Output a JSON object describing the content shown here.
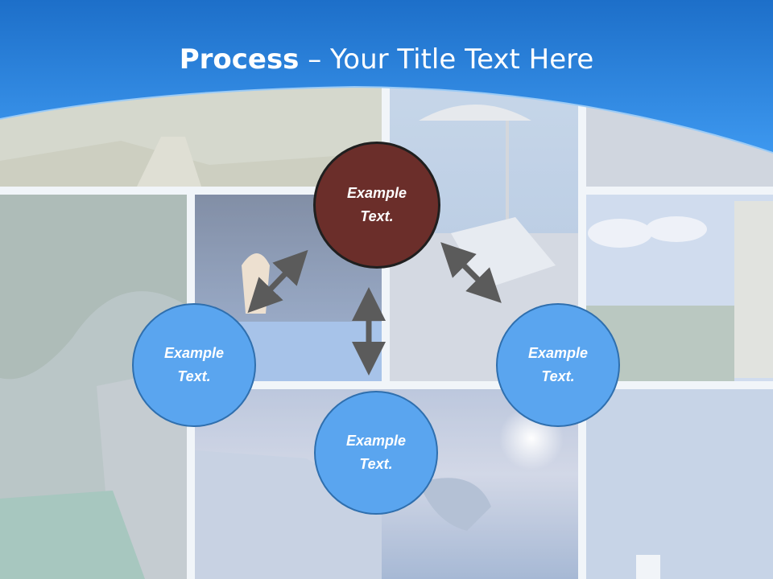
{
  "slide": {
    "title_bold": "Process",
    "title_rest": " – Your Title Text Here"
  },
  "nodes": {
    "top": {
      "line1": "Example",
      "line2": "Text."
    },
    "left": {
      "line1": "Example",
      "line2": "Text."
    },
    "right": {
      "line1": "Example",
      "line2": "Text."
    },
    "bottom": {
      "line1": "Example",
      "line2": "Text."
    }
  },
  "colors": {
    "header_blue": "#2a86e6",
    "circle_blue": "#5aa5ef",
    "circle_brown": "#6b2e2a",
    "arrow_gray": "#5b5b5b"
  },
  "icons": {
    "arrows": "double-headed-arrow"
  }
}
